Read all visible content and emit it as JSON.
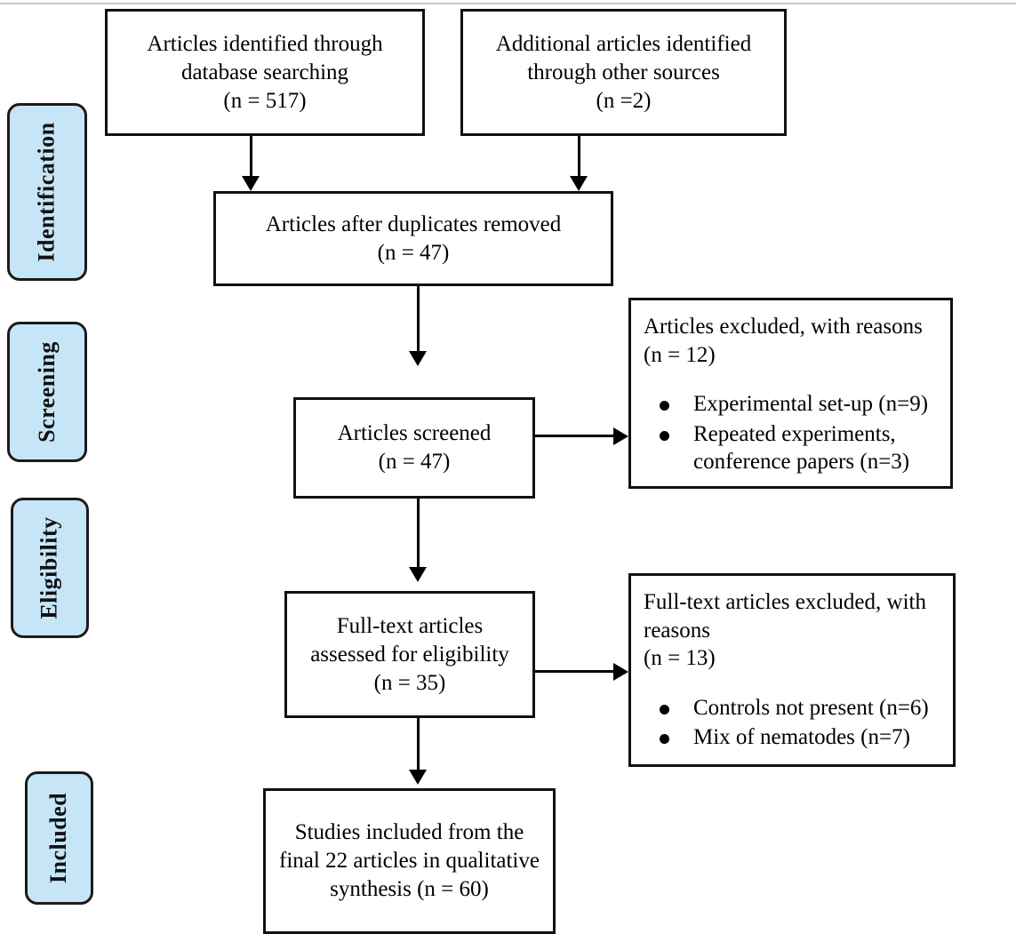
{
  "diagram": {
    "type": "prisma-flow-diagram",
    "accent_color": "#c6e6f8",
    "line_color": "#000000",
    "box_border_color": "#111111",
    "background": "#ffffff"
  },
  "stages": [
    {
      "id": "identification",
      "label": "Identification"
    },
    {
      "id": "screening",
      "label": "Screening"
    },
    {
      "id": "eligibility",
      "label": "Eligibility"
    },
    {
      "id": "included",
      "label": "Included"
    }
  ],
  "boxes": {
    "database_search": {
      "line1": "Articles identified through",
      "line2": "database searching",
      "line3": "(n = 517)"
    },
    "other_sources": {
      "line1": "Additional articles identified",
      "line2": "through other sources",
      "line3": "(n =2)"
    },
    "duplicates_removed": {
      "line1": "Articles after duplicates removed",
      "line2": "(n = 47)"
    },
    "screened": {
      "line1": "Articles screened",
      "line2": "(n = 47)"
    },
    "screening_excluded": {
      "line1": "Articles excluded, with reasons",
      "line2": "(n = 12)",
      "reasons": [
        {
          "line1": "Experimental set-up (n=9)",
          "line2": ""
        },
        {
          "line1": "Repeated experiments,",
          "line2": "conference papers (n=3)"
        }
      ]
    },
    "full_text_assessed": {
      "line1": "Full-text articles",
      "line2": "assessed for eligibility",
      "line3": "(n = 35)"
    },
    "full_text_excluded": {
      "line1": "Full-text articles excluded, with",
      "line2": "reasons",
      "line3": "(n = 13)",
      "reasons": [
        {
          "line1": "Controls not present (n=6)",
          "line2": ""
        },
        {
          "line1": "Mix of nematodes (n=7)",
          "line2": ""
        }
      ]
    },
    "studies_included": {
      "line1": "Studies included from the",
      "line2": "final 22 articles in qualitative",
      "line3": "synthesis (n = 60)"
    }
  },
  "chart_data": {
    "type": "table",
    "title": "PRISMA study selection flow",
    "nodes": [
      {
        "stage": "Identification",
        "label": "Articles identified through database searching",
        "n": 517
      },
      {
        "stage": "Identification",
        "label": "Additional articles identified through other sources",
        "n": 2
      },
      {
        "stage": "Identification",
        "label": "Articles after duplicates removed",
        "n": 47
      },
      {
        "stage": "Screening",
        "label": "Articles screened",
        "n": 47
      },
      {
        "stage": "Screening",
        "label": "Articles excluded, with reasons",
        "n": 12
      },
      {
        "stage": "Screening",
        "label": "Experimental set-up",
        "n": 9
      },
      {
        "stage": "Screening",
        "label": "Repeated experiments, conference papers",
        "n": 3
      },
      {
        "stage": "Eligibility",
        "label": "Full-text articles assessed for eligibility",
        "n": 35
      },
      {
        "stage": "Eligibility",
        "label": "Full-text articles excluded, with reasons",
        "n": 13
      },
      {
        "stage": "Eligibility",
        "label": "Controls not present",
        "n": 6
      },
      {
        "stage": "Eligibility",
        "label": "Mix of nematodes",
        "n": 7
      },
      {
        "stage": "Included",
        "label": "Studies included from the final 22 articles in qualitative synthesis",
        "n": 60
      }
    ]
  }
}
